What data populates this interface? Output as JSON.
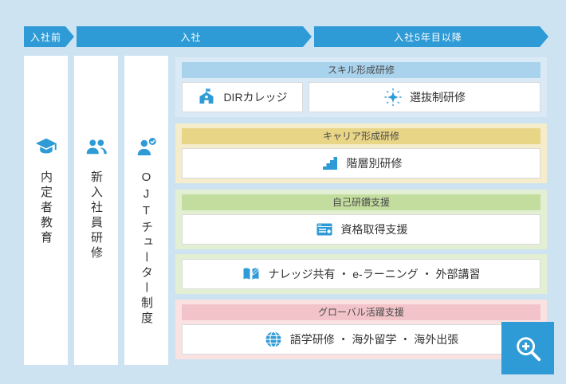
{
  "timeline": {
    "stages": [
      {
        "label": "入社前"
      },
      {
        "label": "入社"
      },
      {
        "label": "入社5年目以降"
      }
    ]
  },
  "columns": [
    {
      "label": "内定者教育",
      "icon": "graduation-cap"
    },
    {
      "label": "新入社員研修",
      "icon": "people"
    },
    {
      "label": "OJTチューター制度",
      "icon": "tutor-person-check"
    }
  ],
  "sections": [
    {
      "title": "スキル形成研修",
      "items": [
        {
          "label": "DIRカレッジ",
          "icon": "school-building"
        },
        {
          "label": "選抜制研修",
          "icon": "sparkle-star"
        }
      ]
    },
    {
      "title": "キャリア形成研修",
      "items": [
        {
          "label": "階層別研修",
          "icon": "stairs"
        }
      ]
    },
    {
      "title": "自己研鑽支援",
      "items": [
        {
          "label": "資格取得支援",
          "icon": "certificate-card"
        },
        {
          "label": "ナレッジ共有 ・ e-ラーニング ・ 外部講習",
          "icon": "open-book-pencil"
        }
      ]
    },
    {
      "title": "グローバル活躍支援",
      "items": [
        {
          "label": "語学研修 ・ 海外留学 ・ 海外出張",
          "icon": "globe"
        }
      ]
    }
  ],
  "zoom_button": {
    "icon": "magnifier-plus"
  },
  "colors": {
    "background": "#cde3f1",
    "accent_blue": "#2e9bd6",
    "skill_band": "#d9eaf6",
    "skill_header": "#a9d3ec",
    "career_band": "#f4ecca",
    "career_header": "#e8d586",
    "self_band": "#e3efd2",
    "self_header": "#c3dd9e",
    "global_band": "#fae2e3",
    "global_header": "#f2c4c9",
    "text": "#333333"
  }
}
